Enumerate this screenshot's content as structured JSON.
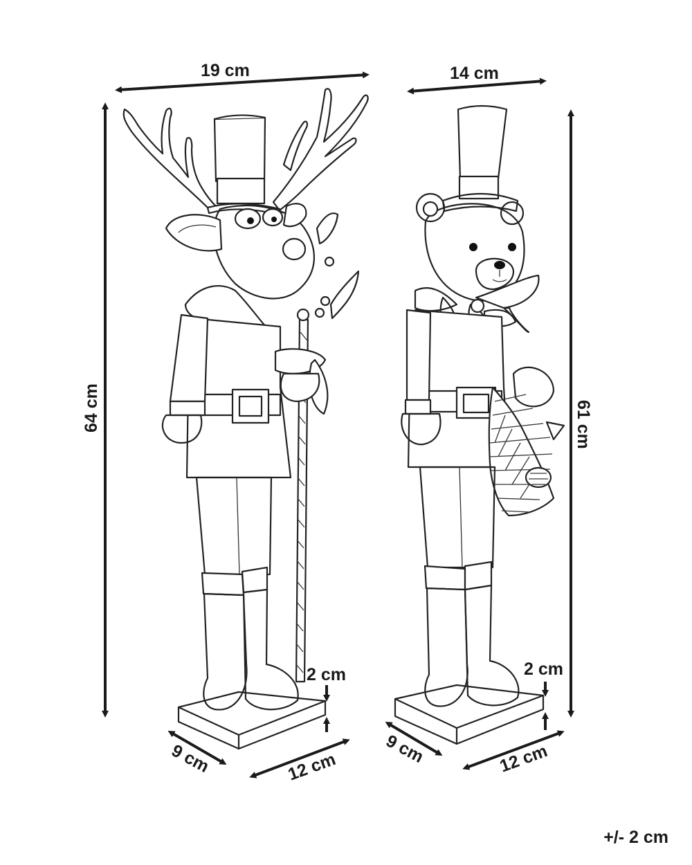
{
  "dimensions": {
    "reindeer": {
      "width": "19 cm",
      "height": "64 cm",
      "base_height": "2 cm",
      "base_depth": "9 cm",
      "base_length": "12 cm"
    },
    "bear": {
      "width": "14 cm",
      "height": "61 cm",
      "base_height": "2 cm",
      "base_depth": "9 cm",
      "base_length": "12 cm"
    }
  },
  "tolerance": "+/- 2 cm",
  "icons": [
    "reindeer-nutcracker-figure",
    "bear-nutcracker-figure",
    "dimension-arrow"
  ],
  "colors": {
    "ink": "#1a1a1a",
    "background": "#ffffff"
  }
}
